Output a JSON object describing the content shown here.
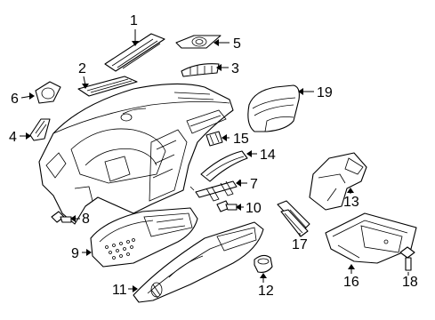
{
  "diagram": {
    "callouts": {
      "p1": "1",
      "p2": "2",
      "p3": "3",
      "p4": "4",
      "p5": "5",
      "p6": "6",
      "p7": "7",
      "p8": "8",
      "p9": "9",
      "p10": "10",
      "p11": "11",
      "p12": "12",
      "p13": "13",
      "p14": "14",
      "p15": "15",
      "p16": "16",
      "p17": "17",
      "p18": "18",
      "p19": "19"
    }
  }
}
